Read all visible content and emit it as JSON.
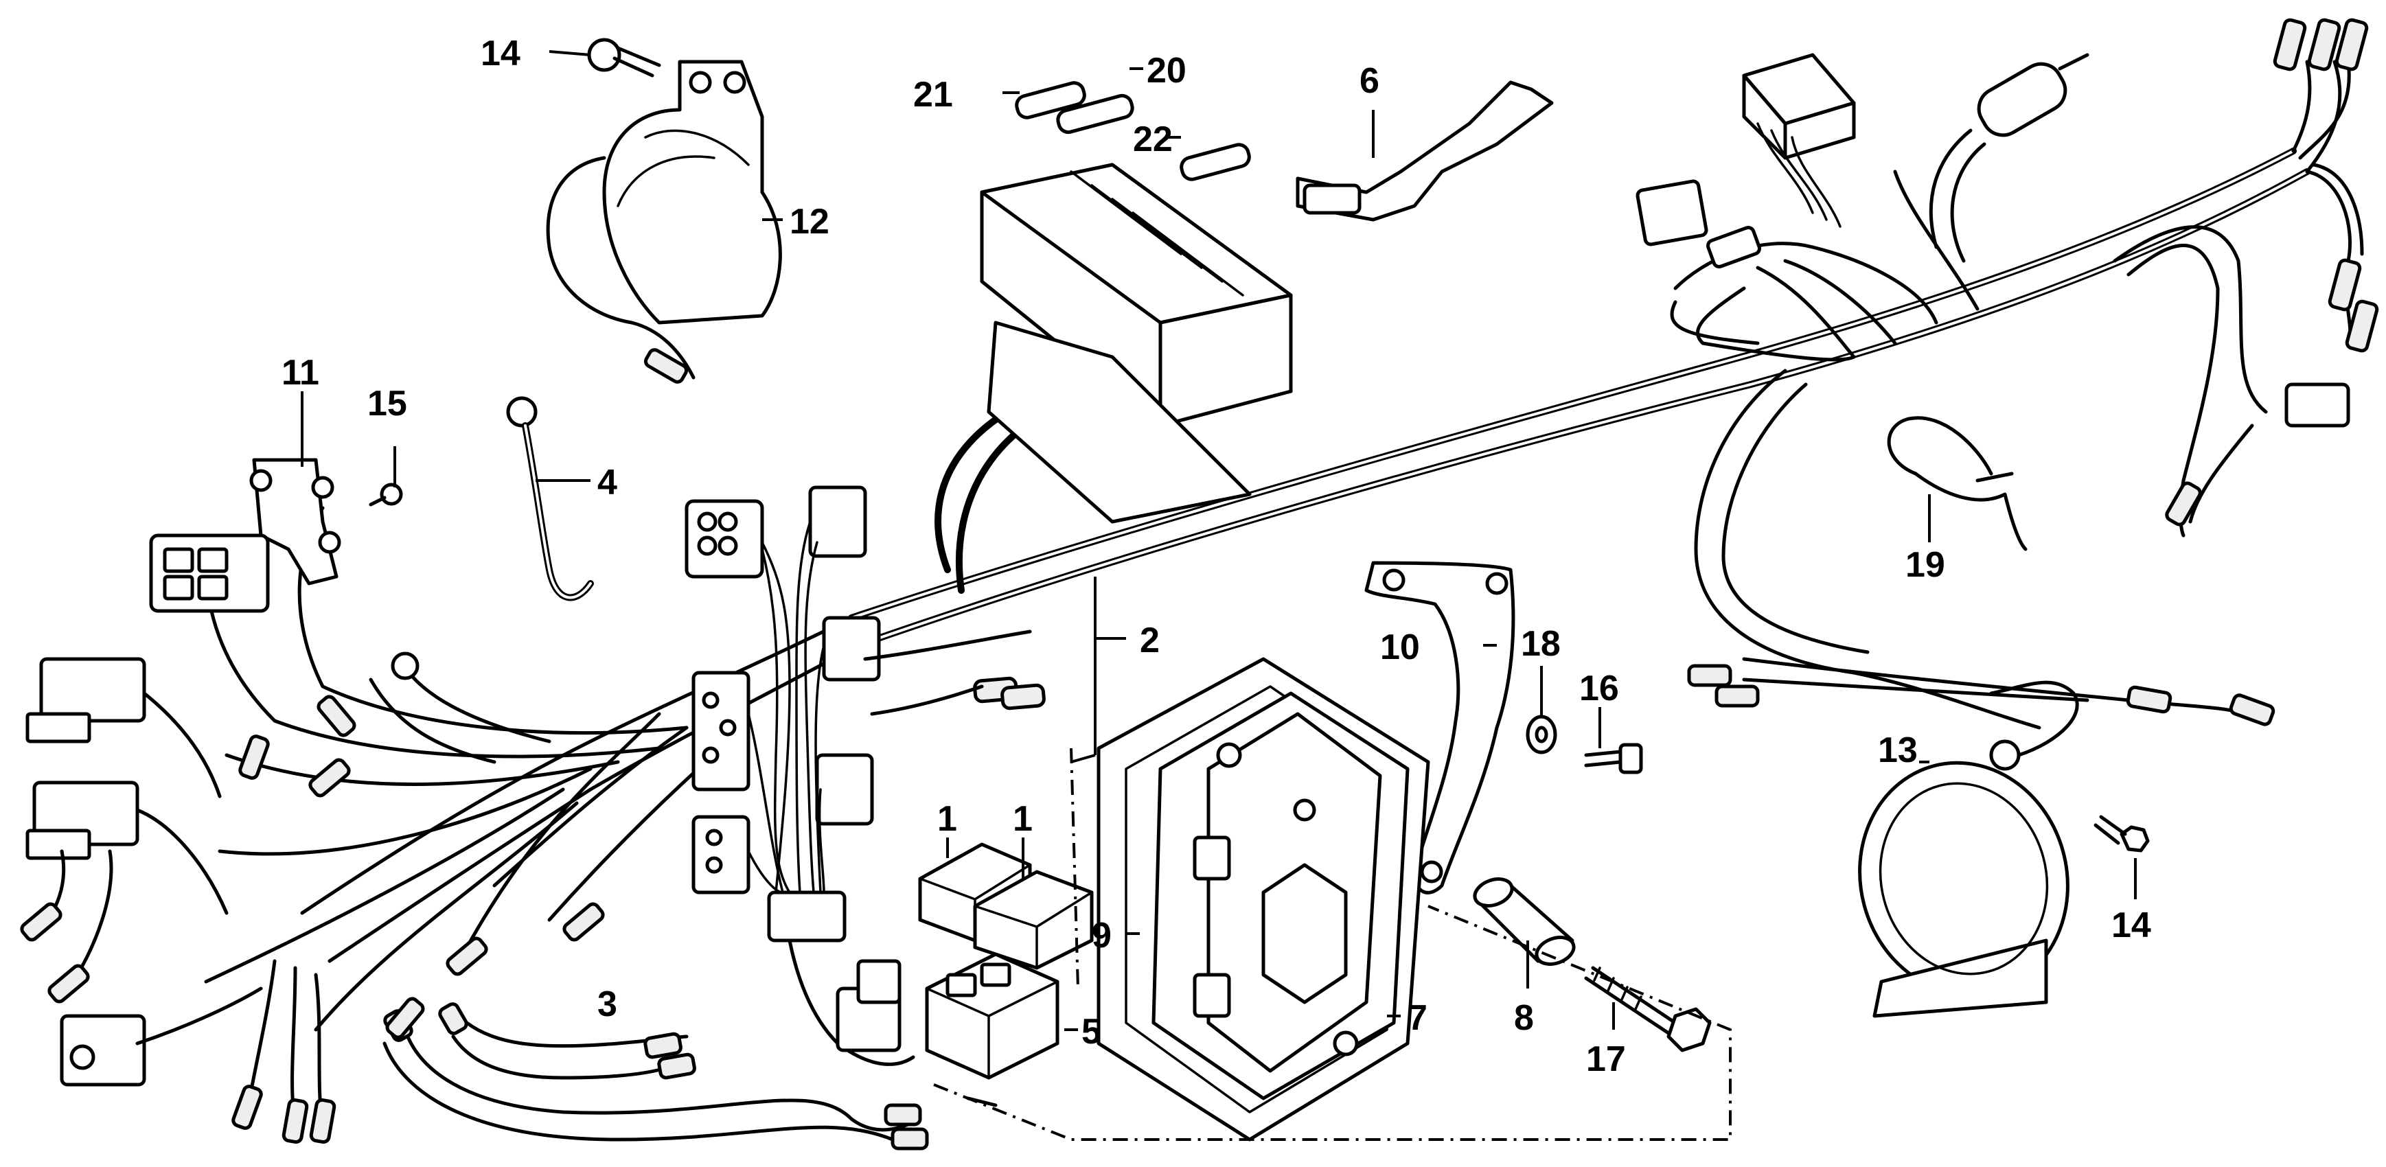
{
  "callouts": {
    "c1a": "1",
    "c1b": "1",
    "c2": "2",
    "c3": "3",
    "c4": "4",
    "c5": "5",
    "c6": "6",
    "c7": "7",
    "c8": "8",
    "c9": "9",
    "c10": "10",
    "c11": "11",
    "c12": "12",
    "c13": "13",
    "c14a": "14",
    "c14b": "14",
    "c15": "15",
    "c16": "16",
    "c17": "17",
    "c18": "18",
    "c19": "19",
    "c20": "20",
    "c21": "21",
    "c22": "22"
  },
  "colors": {
    "line": "#000000",
    "background": "#ffffff"
  }
}
